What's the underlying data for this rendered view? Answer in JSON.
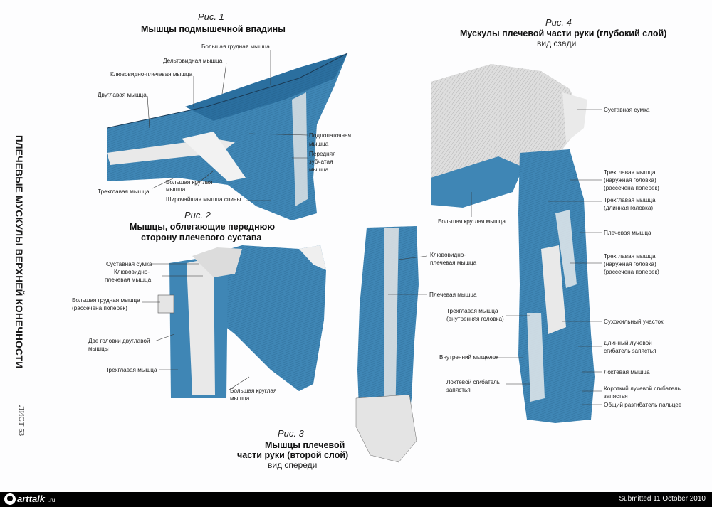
{
  "side_title": "ПЛЕЧЕВЫЕ МУСКУЛЫ ВЕРХНЕЙ КОНЕЧНОСТИ",
  "sheet": "ЛИСТ 53",
  "fig1": {
    "num": "Рис. 1",
    "title": "Мышцы подмышечной впадины",
    "labels": [
      "Большая грудная мышца",
      "Дельтовидная мышца",
      "Клювовидно-плечевая мышца",
      "Двуглавая мышца",
      "Подлопаточная",
      "мышца",
      "Передняя",
      "зубчатая",
      "мышца",
      "Трехглавая мышца",
      "Большая круглая",
      "мышца",
      "Широчайшая мышца спины"
    ]
  },
  "fig2": {
    "num": "Рис. 2",
    "title1": "Мышцы, облегающие переднюю",
    "title2": "сторону плечевого сустава",
    "labels": [
      "Суставная сумка",
      "Клювовидно-",
      "плечевая мышца",
      "Большая грудная мышца",
      "(рассечена поперек)",
      "Две головки двуглавой",
      "мышцы",
      "Трехглавая мышца",
      "Большая круглая",
      "мышца"
    ]
  },
  "fig3": {
    "num": "Рис. 3",
    "title1": "Мышцы плечевой",
    "title2": "части руки (второй слой)",
    "sub": "вид спереди",
    "labels": [
      "Клювовидно-",
      "плечевая мышца",
      "Плечевая мышца",
      "Трехглавая мышца",
      "(внутренняя головка)",
      "Внутренний мыщелок",
      "Локтевой сгибатель",
      "запястья"
    ]
  },
  "fig4": {
    "num": "Рис. 4",
    "title": "Мускулы плечевой части руки (глубокий слой)",
    "sub": "вид сзади",
    "labels": [
      "Суставная сумка",
      "Трехглавая мышца",
      "(наружная головка)",
      "(рассечена поперек)",
      "Трехглавая мышца",
      "(длинная головка)",
      "Большая круглая мышца",
      "Плечевая мышца",
      "Трехглавая мышца",
      "(наружная головка)",
      "(рассечена поперек)",
      "Сухожильный участок",
      "Длинный лучевой",
      "сгибатель запястья",
      "Локтевая мышца",
      "Короткий лучевой сгибатель",
      "запястья",
      "Общий разгибатель пальцев"
    ]
  },
  "footer": {
    "logo_text": "arttalk",
    "logo_domain": ".ru",
    "submitted": "Submitted 11 October 2010"
  },
  "colors": {
    "muscle": "#3f86b5",
    "muscle_dark": "#1f5f8f",
    "bone": "#e9e9e9",
    "ink": "#222222",
    "footer_bg": "#000000"
  }
}
